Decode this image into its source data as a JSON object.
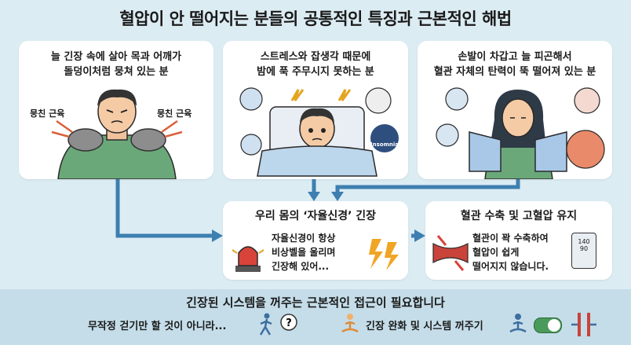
{
  "title": "혈압이 안 떨어지는 분들의 공통적인 특징과 근본적인 해법",
  "cards": [
    {
      "line1": "늘 긴장 속에 살아 목과 어깨가",
      "line2": "돌덩이처럼 뭉쳐 있는 분",
      "label_left": "뭉친 근육",
      "label_right": "뭉친 근육"
    },
    {
      "line1": "스트레스와 잡생각 때문에",
      "line2": "밤에 푹 주무시지 못하는 분",
      "badge": "Insomnia"
    },
    {
      "line1": "손발이 차갑고 늘 피곤해서",
      "line2": "혈관 자체의 탄력이 뚝 떨어져 있는 분"
    }
  ],
  "center": {
    "title": "우리 몸의 ‘자율신경’ 긴장",
    "text1": "자율신경이 항상",
    "text2": "비상벨을 울리며",
    "text3": "긴장해 있어..."
  },
  "right": {
    "title": "혈관 수축 및 고혈압 유지",
    "text1": "혈관이 꽉 수축하여",
    "text2": "혈압이 쉽게",
    "text3": "떨어지지 않습니다.",
    "bp_top": "140",
    "bp_bottom": "90"
  },
  "bottom": {
    "title": "긴장된 시스템을 꺼주는 근본적인 접근이 필요합니다",
    "left": "무작정 걷기만 할 것이 아니라...",
    "right": "긴장 완화 및 시스템 꺼주기"
  },
  "colors": {
    "arrow": "#3d7fb0",
    "card": "#ffffff",
    "bg": "#dcecf3",
    "bottom": "#c5dde9"
  }
}
